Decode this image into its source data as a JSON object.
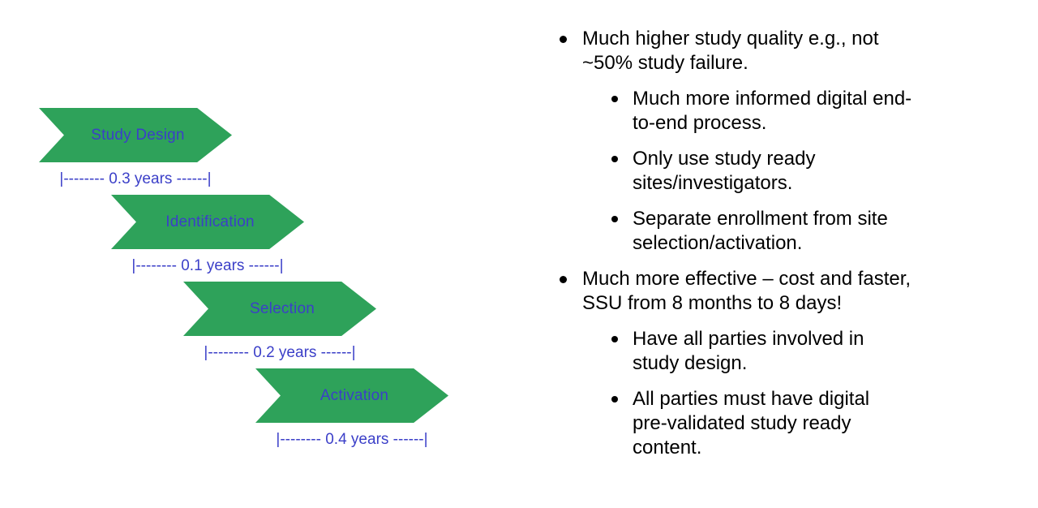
{
  "diagram": {
    "colors": {
      "arrow": "#2EA25A",
      "label_text": "#3B3FC8"
    },
    "steps": [
      {
        "label": "Study Design",
        "duration": "|-------- 0.3 years ------|"
      },
      {
        "label": "Identification",
        "duration": "|-------- 0.1 years ------|"
      },
      {
        "label": "Selection",
        "duration": "|-------- 0.2 years ------|"
      },
      {
        "label": "Activation",
        "duration": "|-------- 0.4 years ------|"
      }
    ]
  },
  "notes": {
    "bullets": [
      {
        "text": "Much higher study quality e.g., not\n~50% study failure.",
        "sub": [
          "Much more informed digital end-\nto-end process.",
          "Only use study ready\nsites/investigators.",
          "Separate enrollment from site\nselection/activation."
        ]
      },
      {
        "text": "Much more effective – cost and faster,\nSSU from 8 months to 8 days!",
        "sub": [
          "Have all parties involved in\nstudy design.",
          "All parties must have digital\npre-validated study ready\ncontent."
        ]
      }
    ]
  }
}
